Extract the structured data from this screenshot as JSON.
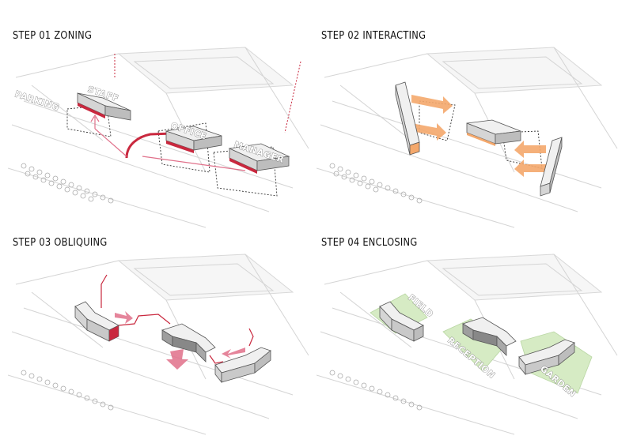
{
  "steps": [
    {
      "title": "STEP 01 ZONING",
      "labels": [
        "STAFF",
        "OFFICE",
        "MANAGER",
        "PARKING"
      ]
    },
    {
      "title": "STEP 02 INTERACTING",
      "labels": []
    },
    {
      "title": "STEP 03 OBLIQUING",
      "labels": []
    },
    {
      "title": "STEP 04 ENCLOSING",
      "labels": [
        "FIELD",
        "RECEPTION",
        "GARDEN"
      ]
    }
  ],
  "colors": {
    "accent_red": "#c9283e",
    "accent_pink": "#e0708a",
    "accent_orange": "#f4a86c",
    "block_grey": "#bdbdbd",
    "green_zone": "#d6ebc4",
    "context_line": "#d4d4d4"
  }
}
